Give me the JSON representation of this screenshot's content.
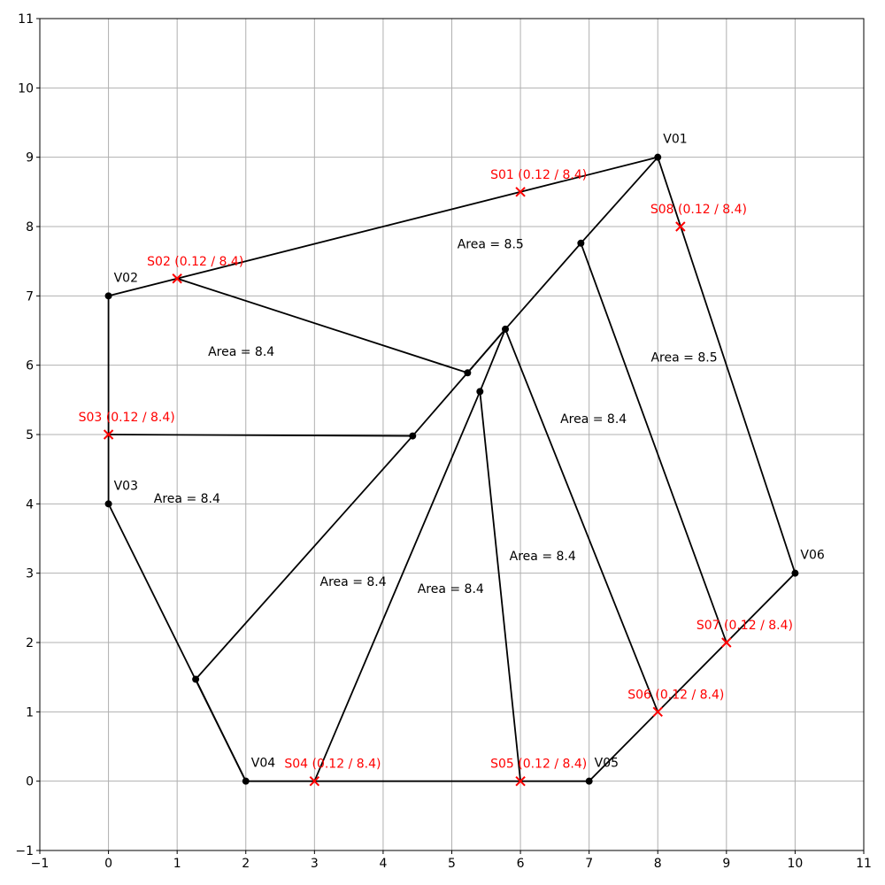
{
  "chart_data": {
    "type": "scatter",
    "title": "",
    "xlabel": "",
    "ylabel": "",
    "xlim": [
      -1,
      11
    ],
    "ylim": [
      -1,
      11
    ],
    "xticks": [
      -1,
      0,
      1,
      2,
      3,
      4,
      5,
      6,
      7,
      8,
      9,
      10,
      11
    ],
    "yticks": [
      -1,
      0,
      1,
      2,
      3,
      4,
      5,
      6,
      7,
      8,
      9,
      10,
      11
    ],
    "grid": true,
    "colors": {
      "edges": "#000000",
      "vertices": "#000000",
      "samples": "#ff0000",
      "grid": "#b0b0b0"
    },
    "boundary_vertices": [
      {
        "label": "V01",
        "x": 8,
        "y": 9
      },
      {
        "label": "V02",
        "x": 0,
        "y": 7
      },
      {
        "label": "V03",
        "x": 0,
        "y": 4
      },
      {
        "label": "V04",
        "x": 2,
        "y": 0
      },
      {
        "label": "V05",
        "x": 7,
        "y": 0
      },
      {
        "label": "V06",
        "x": 10,
        "y": 3
      }
    ],
    "inner_vertices": [
      {
        "x": 6.88,
        "y": 7.76
      },
      {
        "x": 5.78,
        "y": 6.52
      },
      {
        "x": 5.23,
        "y": 5.89
      },
      {
        "x": 5.41,
        "y": 5.62
      },
      {
        "x": 4.43,
        "y": 4.98
      },
      {
        "x": 1.27,
        "y": 1.47
      }
    ],
    "edges": [
      [
        [
          8,
          9
        ],
        [
          10,
          3
        ]
      ],
      [
        [
          10,
          3
        ],
        [
          7,
          0
        ]
      ],
      [
        [
          7,
          0
        ],
        [
          2,
          0
        ]
      ],
      [
        [
          2,
          0
        ],
        [
          0,
          4
        ]
      ],
      [
        [
          0,
          4
        ],
        [
          0,
          7
        ]
      ],
      [
        [
          0,
          7
        ],
        [
          8,
          9
        ]
      ],
      [
        [
          8,
          9
        ],
        [
          6.88,
          7.76
        ]
      ],
      [
        [
          6.88,
          7.76
        ],
        [
          5.78,
          6.52
        ]
      ],
      [
        [
          5.78,
          6.52
        ],
        [
          4.43,
          4.98
        ]
      ],
      [
        [
          4.43,
          4.98
        ],
        [
          1.27,
          1.47
        ]
      ],
      [
        [
          1.27,
          1.47
        ],
        [
          2,
          0
        ]
      ],
      [
        [
          6.88,
          7.76
        ],
        [
          9,
          2
        ]
      ],
      [
        [
          5.78,
          6.52
        ],
        [
          8,
          1
        ]
      ],
      [
        [
          5.78,
          6.52
        ],
        [
          5.41,
          5.62
        ]
      ],
      [
        [
          5.41,
          5.62
        ],
        [
          3,
          0
        ]
      ],
      [
        [
          5.41,
          5.62
        ],
        [
          6,
          0
        ]
      ],
      [
        [
          1,
          7.25
        ],
        [
          5.23,
          5.89
        ]
      ],
      [
        [
          5.23,
          5.89
        ],
        [
          5.78,
          6.52
        ]
      ],
      [
        [
          0,
          5
        ],
        [
          4.43,
          4.98
        ]
      ]
    ],
    "samples": [
      {
        "label": "S01 (0.12 / 8.4)",
        "x": 6,
        "y": 8.5
      },
      {
        "label": "S02 (0.12 / 8.4)",
        "x": 1,
        "y": 7.25
      },
      {
        "label": "S03 (0.12 / 8.4)",
        "x": 0,
        "y": 5
      },
      {
        "label": "S04 (0.12 / 8.4)",
        "x": 3,
        "y": 0
      },
      {
        "label": "S05 (0.12 / 8.4)",
        "x": 6,
        "y": 0
      },
      {
        "label": "S06 (0.12 / 8.4)",
        "x": 8,
        "y": 1
      },
      {
        "label": "S07 (0.12 / 8.4)",
        "x": 9,
        "y": 2
      },
      {
        "label": "S08 (0.12 / 8.4)",
        "x": 8.33,
        "y": 8
      }
    ],
    "area_labels": [
      {
        "text": "Area = 8.5",
        "x": 5.08,
        "y": 7.75
      },
      {
        "text": "Area = 8.4",
        "x": 1.45,
        "y": 6.2
      },
      {
        "text": "Area = 8.5",
        "x": 7.9,
        "y": 6.12
      },
      {
        "text": "Area = 8.4",
        "x": 6.58,
        "y": 5.23
      },
      {
        "text": "Area = 8.4",
        "x": 0.66,
        "y": 4.08
      },
      {
        "text": "Area = 8.4",
        "x": 5.84,
        "y": 3.25
      },
      {
        "text": "Area = 8.4",
        "x": 3.08,
        "y": 2.88
      },
      {
        "text": "Area = 8.4",
        "x": 4.5,
        "y": 2.78
      }
    ]
  }
}
